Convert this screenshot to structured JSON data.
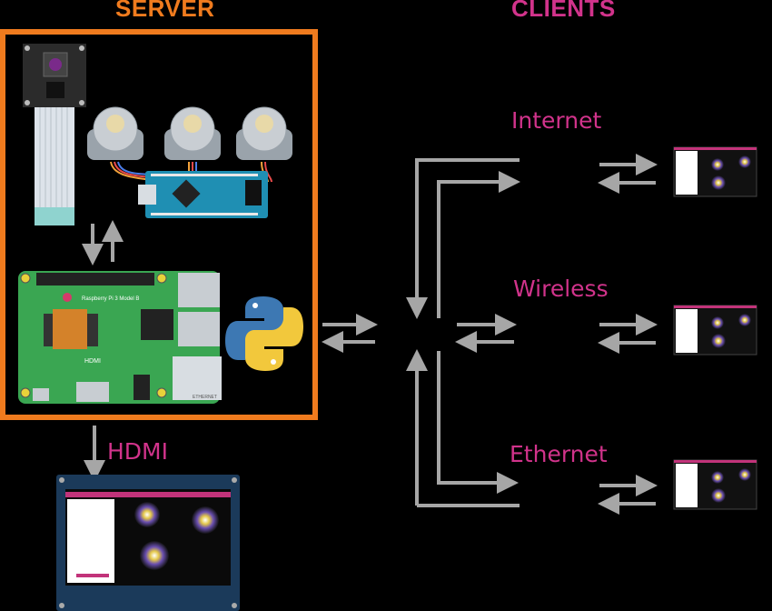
{
  "titles": {
    "server": "SERVER",
    "clients": "CLIENTS"
  },
  "labels": {
    "hdmi": "HDMI",
    "internet": "Internet",
    "wireless": "Wireless",
    "ethernet": "Ethernet"
  },
  "board_text": {
    "rpi": "Raspberry Pi 3 Model B",
    "hdmi_port": "HDMI",
    "ethernet_port": "ETHERNET"
  },
  "colors": {
    "server": "#f07b1e",
    "clients": "#d1338b",
    "arrow": "#a6a6a6",
    "pcb_green": "#3aa652",
    "arduino_blue": "#1f8fb3"
  },
  "icons": [
    "camera-module-icon",
    "stepper-motor-icon",
    "arduino-nano-icon",
    "raspberry-pi-icon",
    "python-logo-icon",
    "hdmi-display-icon",
    "client-screen-icon"
  ]
}
